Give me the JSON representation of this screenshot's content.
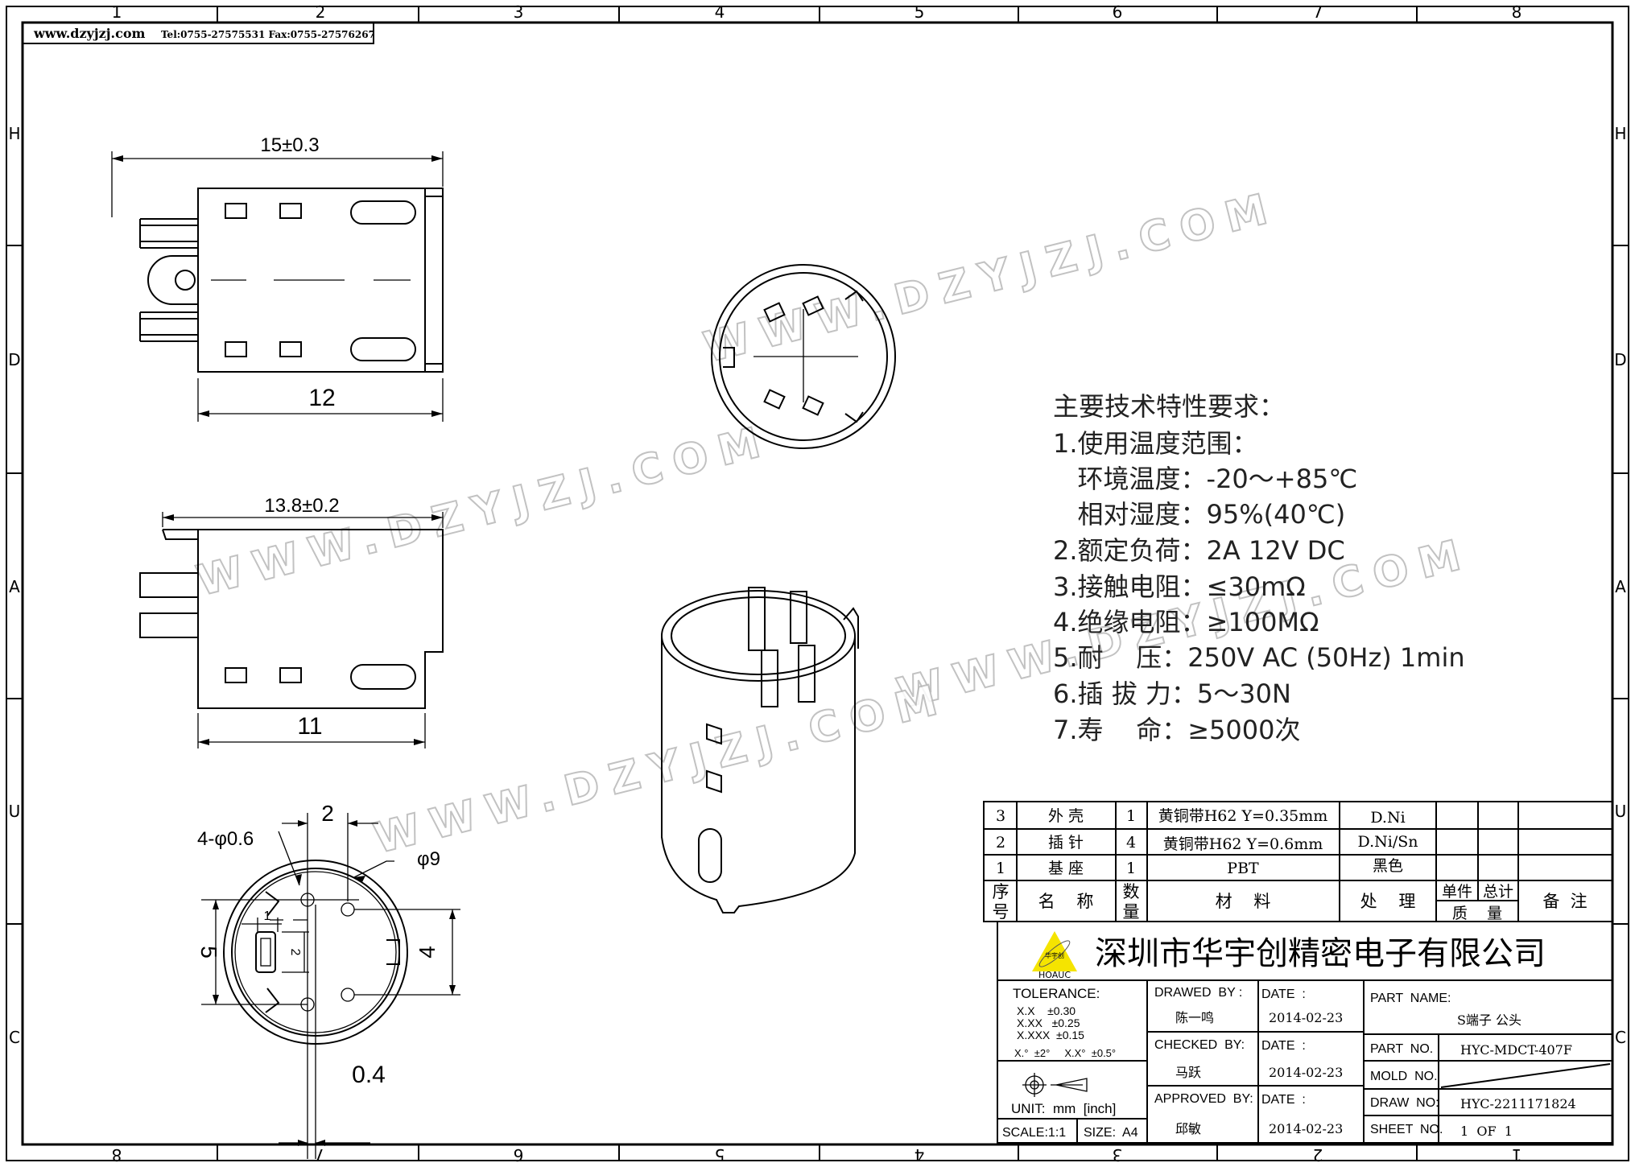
{
  "header": {
    "site": "www.dzyjzj.com",
    "contact": "Tel:0755-27575531  Fax:0755-27576267"
  },
  "frame": {
    "columns_top": [
      "1",
      "2",
      "3",
      "4",
      "5",
      "6",
      "7",
      "8"
    ],
    "columns_bottom": [
      "8",
      "7",
      "6",
      "5",
      "4",
      "3",
      "2",
      "1"
    ],
    "rows": [
      "H",
      "D",
      "A",
      "U",
      "C"
    ]
  },
  "watermark": "WWW.DZYJZJ.COM",
  "views": {
    "top": {
      "overall": "15±0.3",
      "body": "12"
    },
    "side": {
      "overall": "13.8±0.2",
      "body": "11"
    },
    "bottom": {
      "pin_spacing": "2",
      "pins": "4-φ0.6",
      "diameter": "φ9",
      "pitch_left": "5",
      "pitch_right": "4",
      "offset": "0.4",
      "key_w": "1",
      "key_h": "2"
    }
  },
  "specs": {
    "title": "主要技术特性要求：",
    "lines": [
      "1.使用温度范围：",
      "   环境温度：-20～+85℃",
      "   相对湿度：95%(40℃)",
      "2.额定负荷：2A 12V DC",
      "3.接触电阻：≤30mΩ",
      "4.绝缘电阻：≥100MΩ",
      "5.耐    压：250V AC (50Hz) 1min",
      "6.插 拔 力：5～30N",
      "7.寿    命：≥5000次"
    ]
  },
  "bom": {
    "rows": [
      {
        "no": "3",
        "name": "外 壳",
        "qty": "1",
        "material": "黄铜带H62 Y=0.35mm",
        "finish": "D.Ni"
      },
      {
        "no": "2",
        "name": "插 针",
        "qty": "4",
        "material": "黄铜带H62 Y=0.6mm",
        "finish": "D.Ni/Sn"
      },
      {
        "no": "1",
        "name": "基 座",
        "qty": "1",
        "material": "PBT",
        "finish": "黑色"
      }
    ],
    "headers": {
      "no_1": "序",
      "no_2": "号",
      "name": "名    称",
      "qty_1": "数",
      "qty_2": "量",
      "material": "材    料",
      "finish": "处    理",
      "unit": "单件",
      "total": "总计",
      "weight": "质    量",
      "remark": "备  注"
    }
  },
  "title_block": {
    "company": "深圳市华宇创精密电子有限公司",
    "logo_text": "HOAUC",
    "logo_cn": "华宇创",
    "tolerance_label": "TOLERANCE:",
    "tolerances": [
      "X.X    ±0.30",
      "X.XX   ±0.25",
      "X.XXX  ±0.15"
    ],
    "angle_tol": "X.°  ±2°     X.X°  ±0.5°",
    "unit": "UNIT:  mm  [inch]",
    "scale": "SCALE:1:1",
    "size": "SIZE:  A4",
    "drawed_by_label": "DRAWED  BY :",
    "drawed_by": "陈一鸣",
    "checked_by_label": "CHECKED  BY:",
    "checked_by": "马跃",
    "approved_by_label": "APPROVED  BY:",
    "approved_by": "邱敏",
    "date_label": "DATE  :",
    "dates": [
      "2014-02-23",
      "2014-02-23",
      "2014-02-23"
    ],
    "part_name_label": "PART  NAME:",
    "part_name": "S端子 公头",
    "part_no_label": "PART  NO.",
    "part_no": "HYC-MDCT-407F",
    "mold_no_label": "MOLD  NO.",
    "draw_no_label": "DRAW  NO:",
    "draw_no": "HYC-2211171824",
    "sheet_no_label": "SHEET  NO.",
    "sheet_no": "1  OF  1"
  },
  "colors": {
    "logo": "#f5e400",
    "line": "#000000",
    "watermark": "#b8b8b8"
  }
}
